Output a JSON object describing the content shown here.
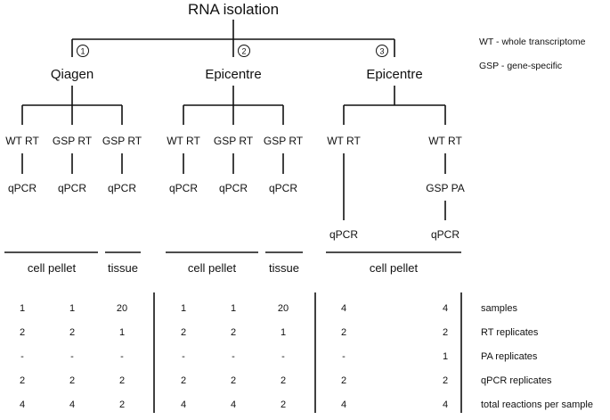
{
  "title": "RNA isolation",
  "legend": [
    "WT - whole transcriptome",
    "GSP - gene-specific"
  ],
  "branches": [
    {
      "number": "1",
      "kit": "Qiagen"
    },
    {
      "number": "2",
      "kit": "Epicentre"
    },
    {
      "number": "3",
      "kit": "Epicentre"
    }
  ],
  "columns": [
    {
      "rt": "WT RT",
      "pa": "",
      "assay": "qPCR",
      "values": [
        "1",
        "2",
        "-",
        "2",
        "4"
      ]
    },
    {
      "rt": "GSP RT",
      "pa": "",
      "assay": "qPCR",
      "values": [
        "1",
        "2",
        "-",
        "2",
        "4"
      ]
    },
    {
      "rt": "GSP RT",
      "pa": "",
      "assay": "qPCR",
      "values": [
        "20",
        "1",
        "-",
        "2",
        "2"
      ]
    },
    {
      "rt": "WT RT",
      "pa": "",
      "assay": "qPCR",
      "values": [
        "1",
        "2",
        "-",
        "2",
        "4"
      ]
    },
    {
      "rt": "GSP RT",
      "pa": "",
      "assay": "qPCR",
      "values": [
        "1",
        "2",
        "-",
        "2",
        "4"
      ]
    },
    {
      "rt": "GSP RT",
      "pa": "",
      "assay": "qPCR",
      "values": [
        "20",
        "1",
        "-",
        "2",
        "2"
      ]
    },
    {
      "rt": "WT RT",
      "pa": "",
      "assay": "qPCR",
      "values": [
        "4",
        "2",
        "-",
        "2",
        "4"
      ]
    },
    {
      "rt": "WT RT",
      "pa": "GSP PA",
      "assay": "qPCR",
      "values": [
        "4",
        "2",
        "1",
        "2",
        "4"
      ]
    }
  ],
  "sample_groups": [
    "cell pellet",
    "tissue",
    "cell pellet",
    "tissue",
    "cell pellet"
  ],
  "row_labels": [
    "samples",
    "RT replicates",
    "PA replicates",
    "qPCR replicates",
    "total reactions per sample"
  ]
}
